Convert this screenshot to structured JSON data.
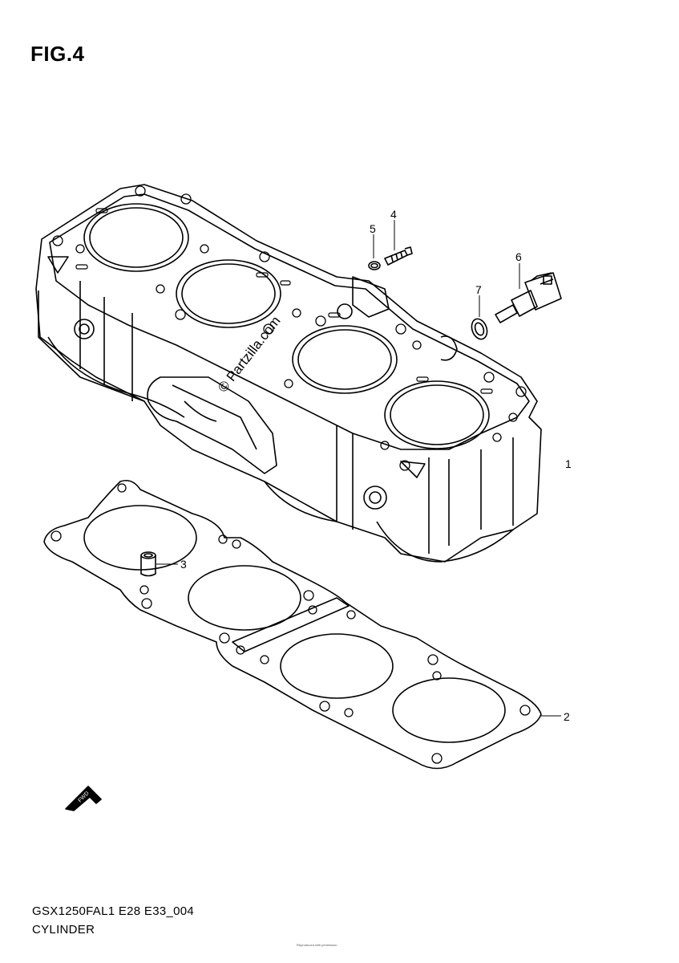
{
  "figure": {
    "title": "FIG.4"
  },
  "callouts": [
    "1",
    "2",
    "3",
    "4",
    "5",
    "6",
    "7"
  ],
  "watermark": "© Partzilla.com",
  "fwd_label": "FWD",
  "footer": {
    "code": "GSX1250FAL1 E28 E33_004",
    "name": "CYLINDER"
  },
  "copyright": "Reproduced with permission"
}
